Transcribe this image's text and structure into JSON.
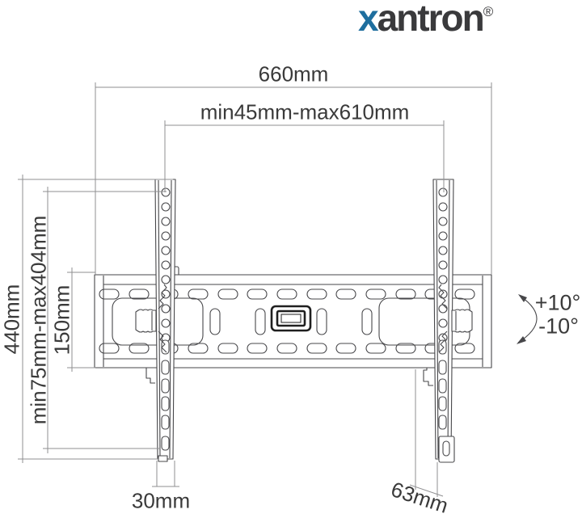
{
  "logo": {
    "prefix": "x",
    "name": "antron",
    "registered": "®"
  },
  "colors": {
    "logo_prefix": "#1e6e9e",
    "logo_name": "#3a3a3c",
    "text": "#3a3a3a",
    "draw_line": "#47474a",
    "dim_line": "#8f8f91",
    "level_line": "#1f1f1f"
  },
  "dimensions": {
    "top_width": "660mm",
    "mount_width_range": "min45mm-max610mm",
    "overall_height": "440mm",
    "mount_height_range": "min75mm-max404mm",
    "plate_height": "150mm",
    "bracket_width": "30mm",
    "wall_distance": "63mm"
  },
  "tilt": {
    "up": "+10°",
    "down": "-10°"
  }
}
